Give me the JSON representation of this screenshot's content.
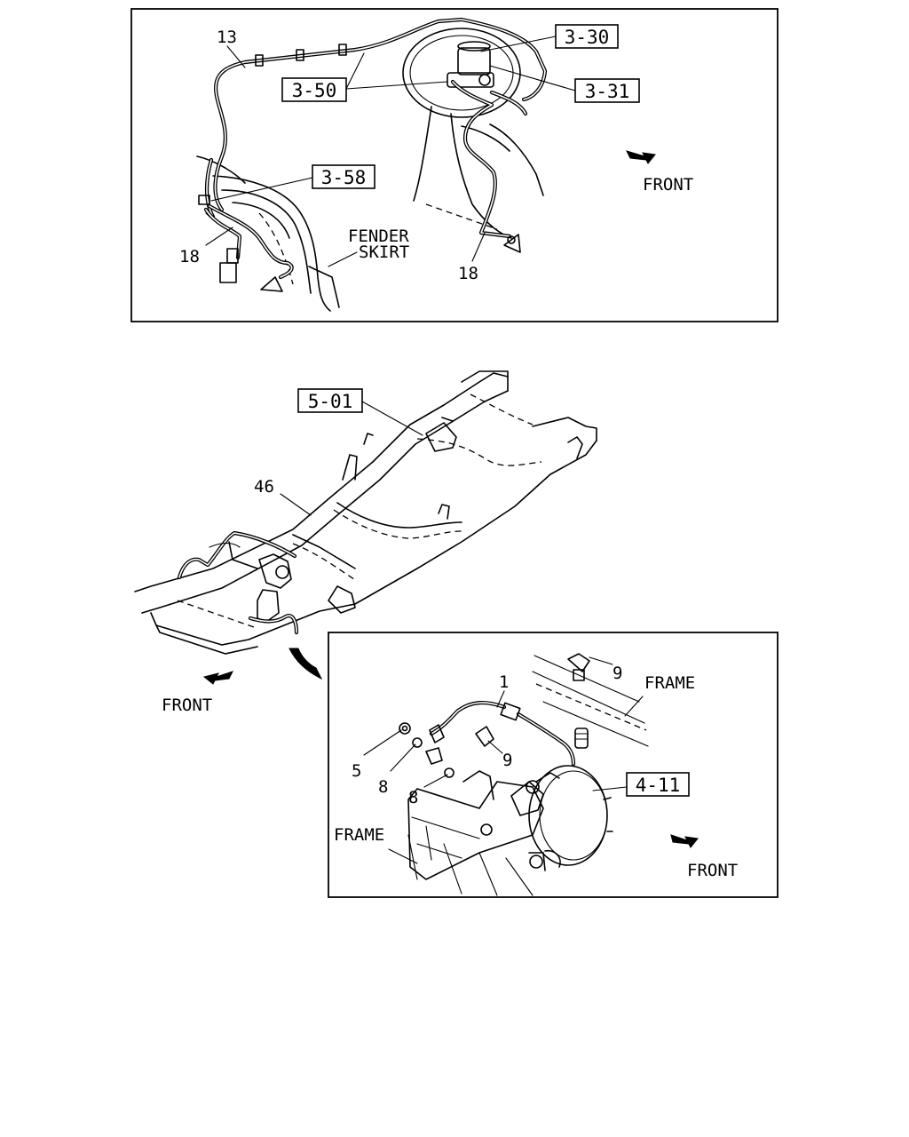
{
  "top_panel": {
    "ref_3_30": "3-30",
    "ref_3_31": "3-31",
    "ref_3_50": "3-50",
    "ref_3_58": "3-58",
    "part_13": "13",
    "part_18_left": "18",
    "part_18_right": "18",
    "fender": "FENDER",
    "skirt": "SKIRT",
    "front": "FRONT"
  },
  "middle": {
    "ref_5_01": "5-01",
    "part_46": "46",
    "front": "FRONT"
  },
  "detail_panel": {
    "part_1": "1",
    "part_5": "5",
    "part_8_a": "8",
    "part_8_b": "8",
    "part_9_top": "9",
    "part_9_mid": "9",
    "frame_top": "FRAME",
    "frame_bottom": "FRAME",
    "ref_4_11": "4-11",
    "front": "FRONT"
  }
}
